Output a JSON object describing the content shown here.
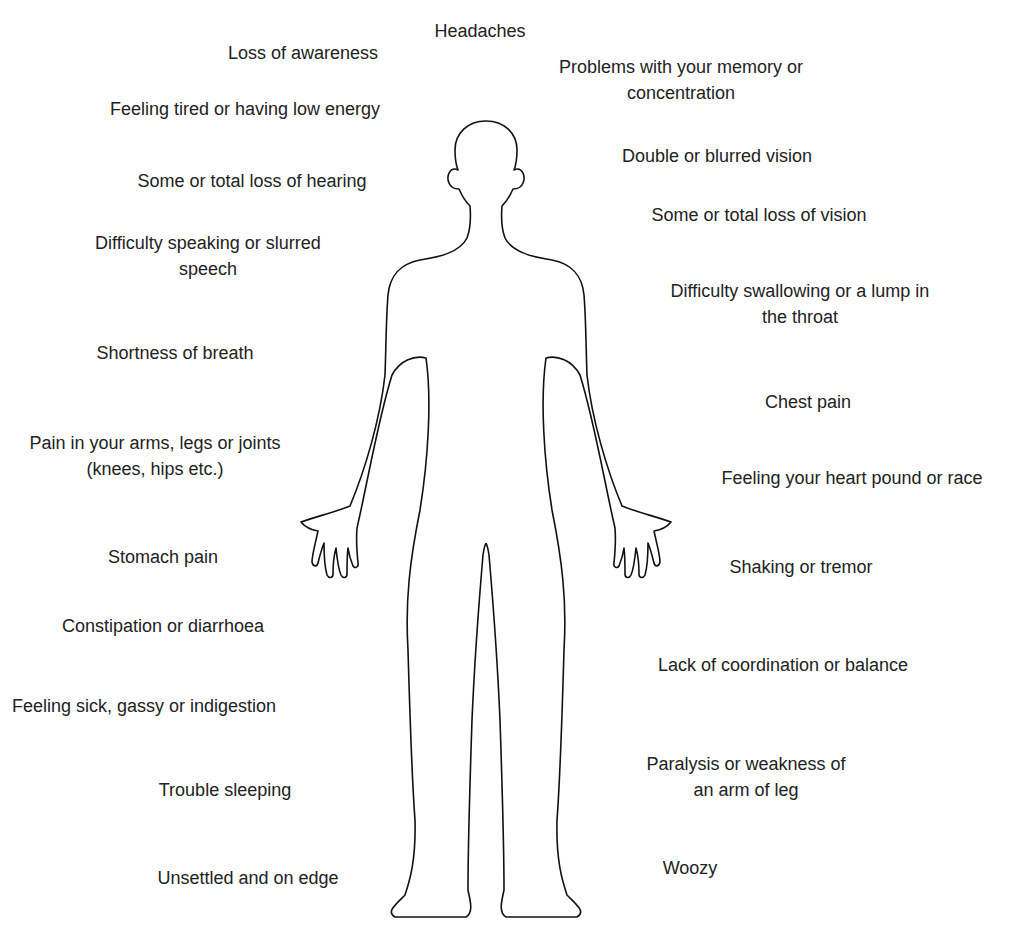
{
  "diagram": {
    "labels": [
      "Headaches",
      "Loss of awareness",
      "Problems with your memory or concentration",
      "Feeling tired or having low energy",
      "Double or blurred vision",
      "Some or total loss of hearing",
      "Some or total loss of vision",
      "Difficulty speaking or slurred speech",
      "Difficulty swallowing or a lump in the throat",
      "Shortness of breath",
      "Chest pain",
      "Pain in your arms, legs or joints (knees, hips etc.)",
      "Feeling your heart pound or race",
      "Stomach pain",
      "Shaking or tremor",
      "Constipation or diarrhoea",
      "Lack of coordination or balance",
      "Feeling sick, gassy or indigestion",
      "Paralysis or weakness of an arm of leg",
      "Trouble sleeping",
      "Woozy",
      "Unsettled and on edge"
    ]
  }
}
